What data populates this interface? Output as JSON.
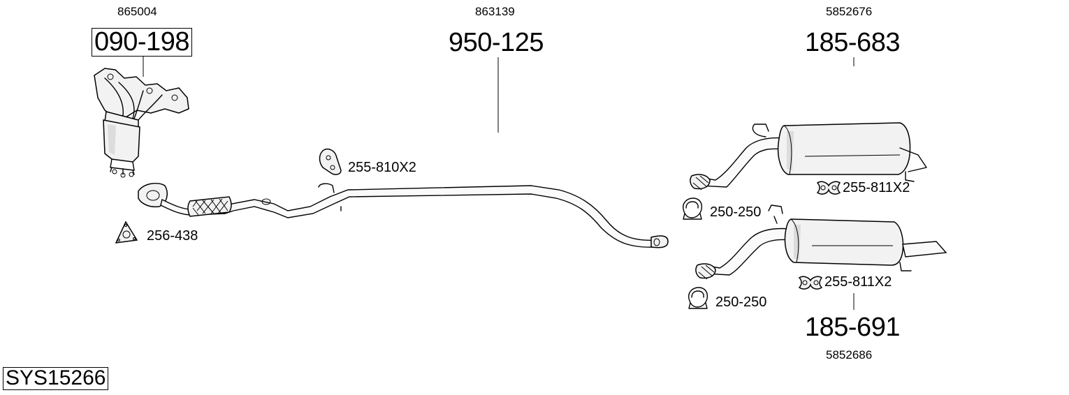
{
  "system": {
    "code": "SYS15266"
  },
  "parts": [
    {
      "oe": "865004",
      "number": "090-198",
      "kind": "manifold-catalyst"
    },
    {
      "oe": "863139",
      "number": "950-125",
      "kind": "front-pipe"
    },
    {
      "oe": "5852676",
      "number": "185-683",
      "kind": "rear-silencer-upper"
    },
    {
      "oe": "5852686",
      "number": "185-691",
      "kind": "rear-silencer-lower"
    }
  ],
  "accessories": [
    {
      "number": "256-438",
      "icon": "flange-gasket-icon"
    },
    {
      "number": "255-810X2",
      "icon": "rubber-hanger-icon"
    },
    {
      "number": "250-250",
      "icon": "pipe-clamp-icon"
    },
    {
      "number": "255-811X2",
      "icon": "rubber-mount-icon"
    },
    {
      "number": "250-250",
      "icon": "pipe-clamp-icon"
    },
    {
      "number": "255-811X2",
      "icon": "rubber-mount-icon"
    }
  ]
}
